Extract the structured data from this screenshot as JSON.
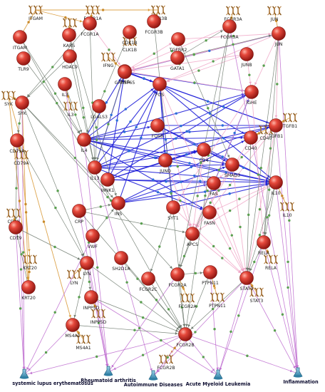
{
  "colors": {
    "node_fill": "#d8322a",
    "node_highlight": "#ff9a8a",
    "node_stroke": "#7a1410",
    "gene_icon": "#8b5a1e",
    "edge_blue": "#2020d8",
    "edge_pink": "#f0a8c8",
    "edge_purple": "#c070d0",
    "edge_gray": "#6e7a6e",
    "edge_orange": "#d99a3a",
    "edge_green_dot": "#5aa050",
    "disease_icon": "#3f8fb0"
  },
  "icons": {
    "protein": "protein-sphere-icon",
    "gene": "gene-dna-icon",
    "disease": "disease-flask-icon"
  },
  "proteins": [
    {
      "id": "ITGAM",
      "label": "ITGAM"
    },
    {
      "id": "KARS",
      "label": "KARS"
    },
    {
      "id": "FCGR1A",
      "label": "FCGR1A"
    },
    {
      "id": "CLK1",
      "label": "CDK1B"
    },
    {
      "id": "FCGR3B",
      "label": "FCGR3B"
    },
    {
      "id": "FCGR3A",
      "label": "FCGR3A"
    },
    {
      "id": "JUN",
      "label": "JUN"
    },
    {
      "id": "TLR9",
      "label": "TLR9"
    },
    {
      "id": "HDAC9",
      "label": "HDAC9"
    },
    {
      "id": "IFNG",
      "label": "IFNG"
    },
    {
      "id": "TGFBR2",
      "label": "TGFBR2"
    },
    {
      "id": "GATA1",
      "label": "GATA1"
    },
    {
      "id": "JUNB",
      "label": "JUNB"
    },
    {
      "id": "SYK",
      "label": "SYK"
    },
    {
      "id": "IL3",
      "label": "IL3"
    },
    {
      "id": "GRASP65",
      "label": "GRASP65"
    },
    {
      "id": "FOS",
      "label": "FOS"
    },
    {
      "id": "IGHE",
      "label": "IGHE"
    },
    {
      "id": "LGALS3",
      "label": "LGALS3"
    },
    {
      "id": "FOSB",
      "label": "FOSB"
    },
    {
      "id": "TGFB1",
      "label": "TGFB1"
    },
    {
      "id": "CD79A",
      "label": "CD79A"
    },
    {
      "id": "IL4",
      "label": "IL4"
    },
    {
      "id": "CD4",
      "label": "CD4"
    },
    {
      "id": "CD40",
      "label": "CD40"
    },
    {
      "id": "IL13",
      "label": "IL13"
    },
    {
      "id": "JUND",
      "label": "JUND"
    },
    {
      "id": "SMAD3",
      "label": "SMAD3"
    },
    {
      "id": "WNK1",
      "label": "WNK1"
    },
    {
      "id": "IL10",
      "label": "IL10"
    },
    {
      "id": "FAS",
      "label": "FAS"
    },
    {
      "id": "CD19",
      "label": "CD19"
    },
    {
      "id": "INS",
      "label": "INS"
    },
    {
      "id": "SYT1",
      "label": "SYT1"
    },
    {
      "id": "FASN",
      "label": "FASN"
    },
    {
      "id": "CRP",
      "label": "CRP"
    },
    {
      "id": "APCS",
      "label": "APCS"
    },
    {
      "id": "RELA",
      "label": "RELA"
    },
    {
      "id": "VWF",
      "label": "VWF"
    },
    {
      "id": "SH2D1A",
      "label": "SH2D1A"
    },
    {
      "id": "LYN",
      "label": "LYN"
    },
    {
      "id": "FCGR2A",
      "label": "FCGR2A"
    },
    {
      "id": "FCGR2C",
      "label": "FCGR2C"
    },
    {
      "id": "PTPN11",
      "label": "PTPN11"
    },
    {
      "id": "STAT3",
      "label": "STAT3"
    },
    {
      "id": "KRT20",
      "label": "KRT20"
    },
    {
      "id": "INPP5D",
      "label": "INPP5D"
    },
    {
      "id": "MS4A1",
      "label": "MS4A1"
    },
    {
      "id": "FCGR2B",
      "label": "FCGR2B"
    }
  ],
  "genes": [
    {
      "id": "g_ITGAM",
      "label": "ITGAM"
    },
    {
      "id": "g_KARS",
      "label": "KARS"
    },
    {
      "id": "g_FCGR1A",
      "label": "FCGR1A"
    },
    {
      "id": "g_CLK1",
      "label": "CLK1B"
    },
    {
      "id": "g_FCGR3B",
      "label": "FCGR3B"
    },
    {
      "id": "g_FCGR3A",
      "label": "FCGR3A"
    },
    {
      "id": "g_JUN",
      "label": "JUN"
    },
    {
      "id": "g_IFNG",
      "label": "IFNG"
    },
    {
      "id": "g_SYK",
      "label": "SYK"
    },
    {
      "id": "g_IL3",
      "label": "IL3"
    },
    {
      "id": "g_TGFB1",
      "label": "TGFB1"
    },
    {
      "id": "g_CD40",
      "label": "CD40"
    },
    {
      "id": "g_IL10",
      "label": "IL10"
    },
    {
      "id": "g_CD79A",
      "label": "CD79A"
    },
    {
      "id": "g_CD19",
      "label": "CD19"
    },
    {
      "id": "g_RELA",
      "label": "RELA"
    },
    {
      "id": "g_LYN",
      "label": "LYN"
    },
    {
      "id": "g_FCGR2A",
      "label": "FCGR2A"
    },
    {
      "id": "g_PTPN11",
      "label": "PTPN11"
    },
    {
      "id": "g_STAT3",
      "label": "STAT3"
    },
    {
      "id": "g_KRT20",
      "label": "KRT20"
    },
    {
      "id": "g_INPP5D",
      "label": "INPP5D"
    },
    {
      "id": "g_MS4A1",
      "label": "MS4A1"
    },
    {
      "id": "g_FCGR2B",
      "label": "FCGR2B"
    }
  ],
  "diseases": [
    {
      "id": "d_SLE",
      "label": "systemic lupus erythematosus"
    },
    {
      "id": "d_RA",
      "label": "Rheumatoid arthritis"
    },
    {
      "id": "d_AID",
      "label": "Autoimmune Diseases"
    },
    {
      "id": "d_AML",
      "label": "Acute Myeloid Leukemia"
    },
    {
      "id": "d_INF",
      "label": "Inflammation"
    }
  ],
  "edges": [
    [
      "IL4",
      "FOS",
      "blue"
    ],
    [
      "IL4",
      "IGHE",
      "blue"
    ],
    [
      "IL4",
      "TGFB1",
      "blue"
    ],
    [
      "IL4",
      "CD40",
      "blue"
    ],
    [
      "IL4",
      "SMAD3",
      "blue"
    ],
    [
      "IL4",
      "JUND",
      "blue"
    ],
    [
      "IL4",
      "IL10",
      "blue"
    ],
    [
      "IL4",
      "FOSB",
      "blue"
    ],
    [
      "IL13",
      "FOS",
      "blue"
    ],
    [
      "IL13",
      "CD4",
      "blue"
    ],
    [
      "IL13",
      "SMAD3",
      "blue"
    ],
    [
      "IL13",
      "IL10",
      "blue"
    ],
    [
      "IL13",
      "IGHE",
      "blue"
    ],
    [
      "IL13",
      "TGFB1",
      "blue"
    ],
    [
      "WNK1",
      "FOS",
      "blue"
    ],
    [
      "WNK1",
      "IGHE",
      "blue"
    ],
    [
      "WNK1",
      "FAS",
      "blue"
    ],
    [
      "WNK1",
      "IL10",
      "blue"
    ],
    [
      "WNK1",
      "CD4",
      "blue"
    ],
    [
      "WNK1",
      "GRASP65",
      "blue"
    ],
    [
      "INS",
      "FOS",
      "blue"
    ],
    [
      "INS",
      "SMAD3",
      "blue"
    ],
    [
      "INS",
      "IL10",
      "blue"
    ],
    [
      "INS",
      "FAS",
      "blue"
    ],
    [
      "FOS",
      "IL10",
      "blue"
    ],
    [
      "FOS",
      "TGFB1",
      "blue"
    ],
    [
      "FOS",
      "JUND",
      "blue"
    ],
    [
      "FOSB",
      "IL10",
      "blue"
    ],
    [
      "FOSB",
      "SMAD3",
      "blue"
    ],
    [
      "JUND",
      "IL10",
      "blue"
    ],
    [
      "JUND",
      "CD4",
      "blue"
    ],
    [
      "GRASP65",
      "IGHE",
      "blue"
    ],
    [
      "GRASP65",
      "TGFB1",
      "blue"
    ],
    [
      "GRASP65",
      "FOS",
      "blue"
    ],
    [
      "GRASP65",
      "JUN",
      "blue"
    ],
    [
      "IFNG",
      "FOS",
      "blue"
    ],
    [
      "CD4",
      "IL10",
      "blue"
    ],
    [
      "SYT1",
      "IL10",
      "blue"
    ],
    [
      "SYT1",
      "FOS",
      "blue"
    ],
    [
      "FAS",
      "IGHE",
      "blue"
    ],
    [
      "IL4",
      "FASN",
      "blue"
    ],
    [
      "IL13",
      "FASN",
      "blue"
    ],
    [
      "WNK1",
      "TGFB1",
      "blue"
    ],
    [
      "INS",
      "CD40",
      "blue"
    ],
    [
      "FOS",
      "CD40",
      "blue"
    ],
    [
      "FOSB",
      "TGFB1",
      "blue"
    ],
    [
      "IL13",
      "GRASP65",
      "blue"
    ],
    [
      "IL4",
      "GRASP65",
      "blue"
    ],
    [
      "JUN",
      "FOS",
      "pink"
    ],
    [
      "JUN",
      "IGHE",
      "pink"
    ],
    [
      "JUN",
      "TGFB1",
      "pink"
    ],
    [
      "JUN",
      "GRASP65",
      "pink"
    ],
    [
      "JUN",
      "IFNG",
      "pink"
    ],
    [
      "JUNB",
      "GRASP65",
      "pink"
    ],
    [
      "JUNB",
      "IGHE",
      "pink"
    ],
    [
      "IFNG",
      "IGHE",
      "pink"
    ],
    [
      "IGHE",
      "APCS",
      "pink"
    ],
    [
      "IGHE",
      "SYT1",
      "pink"
    ],
    [
      "TGFB1",
      "APCS",
      "pink"
    ],
    [
      "TGFB1",
      "FAS",
      "pink"
    ],
    [
      "CD40",
      "APCS",
      "pink"
    ],
    [
      "SMAD3",
      "APCS",
      "pink"
    ],
    [
      "SMAD3",
      "STAT3",
      "pink"
    ],
    [
      "IL10",
      "APCS",
      "pink"
    ],
    [
      "IL10",
      "FASN",
      "pink"
    ],
    [
      "FOS",
      "APCS",
      "pink"
    ],
    [
      "FOS",
      "STAT3",
      "pink"
    ],
    [
      "SYT1",
      "STAT3",
      "pink"
    ],
    [
      "FAS",
      "STAT3",
      "pink"
    ],
    [
      "FASN",
      "STAT3",
      "pink"
    ],
    [
      "APCS",
      "STAT3",
      "pink"
    ],
    [
      "JUND",
      "APCS",
      "pink"
    ],
    [
      "IGHE",
      "RELA",
      "pink"
    ],
    [
      "TGFB1",
      "STAT3",
      "pink"
    ],
    [
      "CD4",
      "APCS",
      "pink"
    ],
    [
      "IFNG",
      "TGFBR2",
      "pink"
    ],
    [
      "FCGR1A",
      "IFNG",
      "pink"
    ],
    [
      "FCGR3A",
      "IFNG",
      "pink"
    ],
    [
      "TGFBR2",
      "JUN",
      "pink"
    ],
    [
      "JUNB",
      "FOS",
      "pink"
    ],
    [
      "ITGAM",
      "g_ITGAM",
      "orange"
    ],
    [
      "KARS",
      "g_KARS",
      "orange"
    ],
    [
      "FCGR1A",
      "g_FCGR1A",
      "orange"
    ],
    [
      "CLK1",
      "g_CLK1",
      "orange"
    ],
    [
      "FCGR3B",
      "g_FCGR3B",
      "orange"
    ],
    [
      "FCGR3A",
      "g_FCGR3A",
      "orange"
    ],
    [
      "JUN",
      "g_JUN",
      "orange"
    ],
    [
      "IFNG",
      "g_IFNG",
      "orange"
    ],
    [
      "SYK",
      "g_SYK",
      "orange"
    ],
    [
      "IL3",
      "g_IL3",
      "orange"
    ],
    [
      "TGFB1",
      "g_TGFB1",
      "orange"
    ],
    [
      "CD40",
      "g_CD40",
      "orange"
    ],
    [
      "IL10",
      "g_IL10",
      "orange"
    ],
    [
      "CD79A",
      "g_CD79A",
      "orange"
    ],
    [
      "CD19",
      "g_CD19",
      "orange"
    ],
    [
      "RELA",
      "g_RELA",
      "orange"
    ],
    [
      "LYN",
      "g_LYN",
      "orange"
    ],
    [
      "FCGR2A",
      "g_FCGR2A",
      "orange"
    ],
    [
      "PTPN11",
      "g_PTPN11",
      "orange"
    ],
    [
      "STAT3",
      "g_STAT3",
      "orange"
    ],
    [
      "KRT20",
      "g_KRT20",
      "orange"
    ],
    [
      "INPP5D",
      "g_INPP5D",
      "orange"
    ],
    [
      "MS4A1",
      "g_MS4A1",
      "orange"
    ],
    [
      "FCGR2B",
      "g_FCGR2B",
      "orange"
    ],
    [
      "g_SYK",
      "MS4A1",
      "orange"
    ],
    [
      "g_ITGAM",
      "g_FCGR3B",
      "orange"
    ],
    [
      "g_SYK",
      "KRT20",
      "orange"
    ],
    [
      "g_CD79A",
      "g_KRT20",
      "orange"
    ],
    [
      "SYK",
      "KRT20",
      "orange"
    ],
    [
      "g_ITGAM",
      "FCGR1A",
      "orange"
    ],
    [
      "FCGR2B",
      "d_SLE",
      "purple"
    ],
    [
      "FCGR2B",
      "d_RA",
      "purple"
    ],
    [
      "FCGR2B",
      "d_AID",
      "purple"
    ],
    [
      "FCGR2B",
      "d_AML",
      "purple"
    ],
    [
      "FCGR2B",
      "d_INF",
      "purple"
    ],
    [
      "STAT3",
      "d_INF",
      "purple"
    ],
    [
      "STAT3",
      "d_AML",
      "purple"
    ],
    [
      "STAT3",
      "d_AID",
      "purple"
    ],
    [
      "JUN",
      "d_INF",
      "purple"
    ],
    [
      "IL10",
      "d_INF",
      "purple"
    ],
    [
      "RELA",
      "d_INF",
      "purple"
    ],
    [
      "TGFB1",
      "d_INF",
      "purple"
    ],
    [
      "SYK",
      "d_SLE",
      "purple"
    ],
    [
      "CD19",
      "d_SLE",
      "purple"
    ],
    [
      "MS4A1",
      "d_SLE",
      "purple"
    ],
    [
      "LYN",
      "d_RA",
      "purple"
    ],
    [
      "INPP5D",
      "d_AML",
      "purple"
    ],
    [
      "FCGR2A",
      "d_RA",
      "purple"
    ],
    [
      "CRP",
      "d_RA",
      "purple"
    ],
    [
      "IL4",
      "d_RA",
      "purple"
    ],
    [
      "IL13",
      "d_AID",
      "purple"
    ],
    [
      "FCGR3A",
      "d_INF",
      "purple"
    ],
    [
      "PTPN11",
      "d_AML",
      "purple"
    ],
    [
      "VWF",
      "d_SLE",
      "purple"
    ],
    [
      "CD79A",
      "d_SLE",
      "purple"
    ],
    [
      "IL3",
      "d_RA",
      "purple"
    ],
    [
      "RELA",
      "d_AML",
      "purple"
    ],
    [
      "ITGAM",
      "IL4",
      "gray"
    ],
    [
      "KARS",
      "IL13",
      "gray"
    ],
    [
      "FCGR1A",
      "IL13",
      "gray"
    ],
    [
      "FCGR1A",
      "SYK",
      "gray"
    ],
    [
      "FCGR3B",
      "FCGR2B",
      "gray"
    ],
    [
      "FCGR3A",
      "FCGR2A",
      "gray"
    ],
    [
      "TLR9",
      "IL4",
      "gray"
    ],
    [
      "HDAC9",
      "IL13",
      "gray"
    ],
    [
      "IFNG",
      "IL13",
      "gray"
    ],
    [
      "GATA1",
      "FCGR3A",
      "gray"
    ],
    [
      "SYK",
      "LYN",
      "gray"
    ],
    [
      "SYK",
      "CD79A",
      "gray"
    ],
    [
      "SYK",
      "FCGR2A",
      "gray"
    ],
    [
      "IL3",
      "IL4",
      "gray"
    ],
    [
      "LGALS3",
      "IL13",
      "gray"
    ],
    [
      "CD79A",
      "CD19",
      "gray"
    ],
    [
      "CD79A",
      "LYN",
      "gray"
    ],
    [
      "CD19",
      "LYN",
      "gray"
    ],
    [
      "LYN",
      "FCGR2B",
      "gray"
    ],
    [
      "LYN",
      "INPP5D",
      "gray"
    ],
    [
      "LYN",
      "MS4A1",
      "gray"
    ],
    [
      "INPP5D",
      "FCGR2B",
      "gray"
    ],
    [
      "FCGR2A",
      "FCGR2B",
      "gray"
    ],
    [
      "FCGR2C",
      "FCGR2B",
      "gray"
    ],
    [
      "PTPN11",
      "FCGR2B",
      "gray"
    ],
    [
      "STAT3",
      "FCGR2B",
      "gray"
    ],
    [
      "CRP",
      "FCGR2B",
      "gray"
    ],
    [
      "CRP",
      "APCS",
      "gray"
    ],
    [
      "APCS",
      "FCGR2A",
      "gray"
    ],
    [
      "VWF",
      "INS",
      "gray"
    ],
    [
      "SH2D1A",
      "FCGR2B",
      "gray"
    ],
    [
      "KRT20",
      "CD19",
      "gray"
    ],
    [
      "MS4A1",
      "FCGR2B",
      "gray"
    ],
    [
      "RELA",
      "STAT3",
      "gray"
    ],
    [
      "FCGR2A",
      "PTPN11",
      "gray"
    ],
    [
      "CRP",
      "INS",
      "gray"
    ],
    [
      "JUN",
      "STAT3",
      "gray"
    ],
    [
      "JUN",
      "RELA",
      "gray"
    ],
    [
      "IL10",
      "STAT3",
      "gray"
    ],
    [
      "IL10",
      "RELA",
      "gray"
    ],
    [
      "TGFB1",
      "RELA",
      "gray"
    ],
    [
      "GATA1",
      "JUN",
      "gray"
    ],
    [
      "HDAC9",
      "SYK",
      "gray"
    ],
    [
      "CLK1",
      "IL4",
      "gray"
    ],
    [
      "ITGAM",
      "FCGR2B",
      "gray"
    ],
    [
      "FCGR3A",
      "FCGR2B",
      "gray"
    ],
    [
      "KARS",
      "INS",
      "gray"
    ],
    [
      "SYK",
      "INS",
      "gray"
    ],
    [
      "TGFBR2",
      "SMAD3",
      "gray"
    ],
    [
      "CD40",
      "STAT3",
      "gray"
    ],
    [
      "FAS",
      "FCGR2A",
      "gray"
    ],
    [
      "SYT1",
      "FCGR2C",
      "gray"
    ]
  ]
}
